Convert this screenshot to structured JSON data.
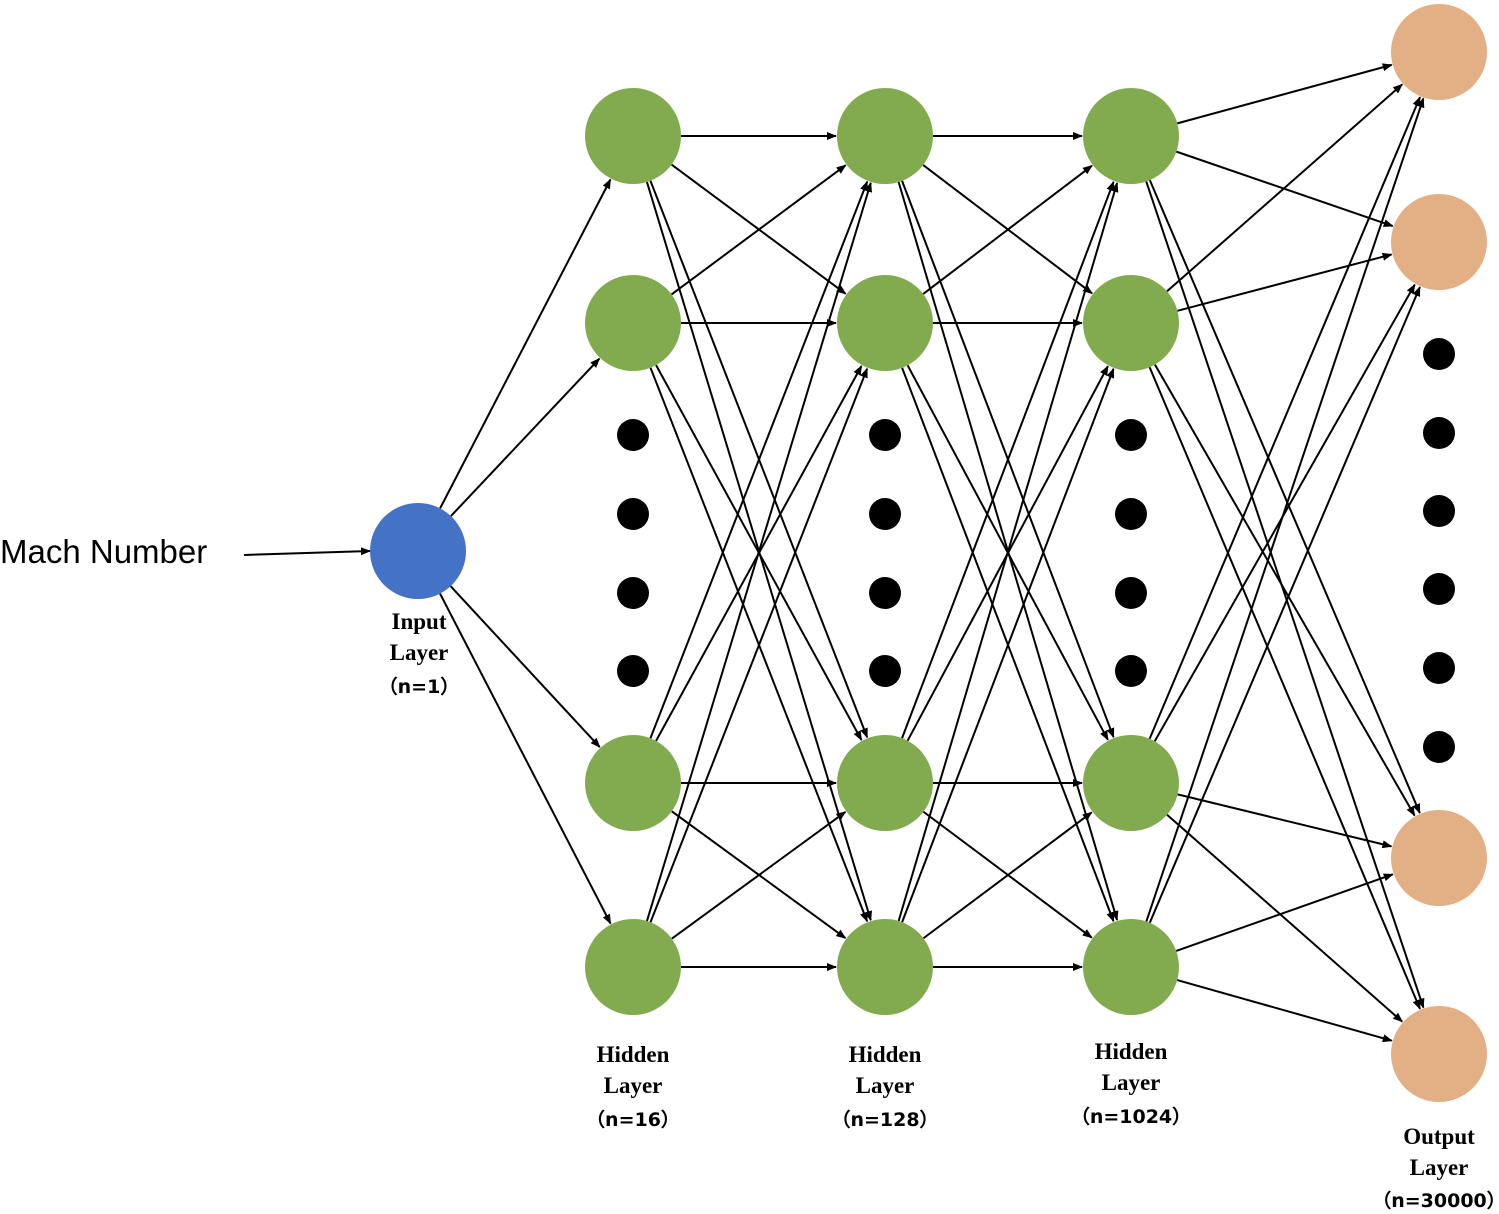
{
  "input_feature": "Mach Number",
  "colors": {
    "input_node": "#4472C4",
    "hidden_node": "#82AB50",
    "output_node": "#E3AF84",
    "edge": "#000000",
    "ellipsis_dot": "#000000"
  },
  "layers": [
    {
      "id": "input",
      "kind": "input",
      "title": "Input",
      "title2": "Layer",
      "count": "（n=1）"
    },
    {
      "id": "hidden1",
      "kind": "hidden",
      "title": "Hidden",
      "title2": "Layer",
      "count": "（n=16）"
    },
    {
      "id": "hidden2",
      "kind": "hidden",
      "title": "Hidden",
      "title2": "Layer",
      "count": "（n=128）"
    },
    {
      "id": "hidden3",
      "kind": "hidden",
      "title": "Hidden",
      "title2": "Layer",
      "count": "（n=1024）"
    },
    {
      "id": "output",
      "kind": "output",
      "title": "Output",
      "title2": "Layer",
      "count": "（n=30000）"
    }
  ]
}
